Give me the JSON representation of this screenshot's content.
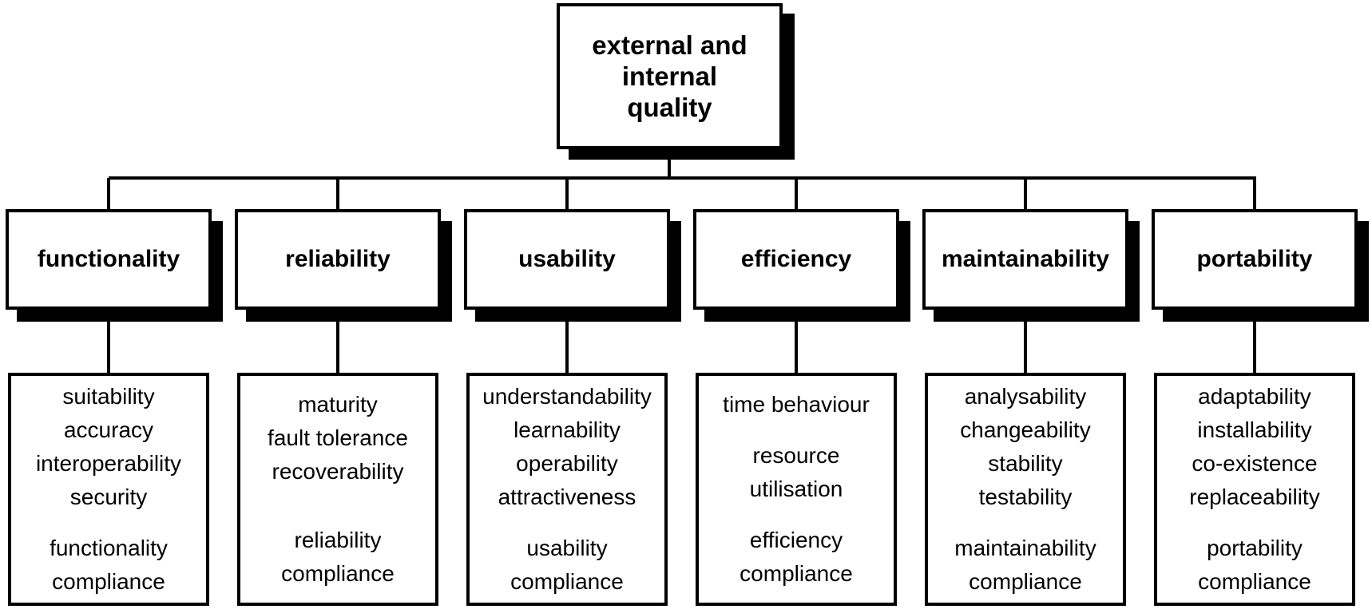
{
  "root": {
    "lines": [
      "external and",
      "internal",
      "quality"
    ]
  },
  "categories": [
    {
      "label": "functionality",
      "groups": [
        [
          "suitability",
          "accuracy",
          "interoperability",
          "security"
        ],
        [
          "functionality",
          "compliance"
        ]
      ]
    },
    {
      "label": "reliability",
      "groups": [
        [
          "maturity",
          "fault tolerance",
          "recoverability"
        ],
        [
          "reliability",
          "compliance"
        ]
      ]
    },
    {
      "label": "usability",
      "groups": [
        [
          "understandability",
          "learnability",
          "operability",
          "attractiveness"
        ],
        [
          "usability",
          "compliance"
        ]
      ]
    },
    {
      "label": "efficiency",
      "groups": [
        [
          "time behaviour"
        ],
        [
          "resource",
          "utilisation"
        ],
        [
          "efficiency",
          "compliance"
        ]
      ]
    },
    {
      "label": "maintainability",
      "groups": [
        [
          "analysability",
          "changeability",
          "stability",
          "testability"
        ],
        [
          "maintainability",
          "compliance"
        ]
      ]
    },
    {
      "label": "portability",
      "groups": [
        [
          "adaptability",
          "installability",
          "co-existence",
          "replaceability"
        ],
        [
          "portability",
          "compliance"
        ]
      ]
    }
  ],
  "colors": {
    "line": "#000000",
    "box_fill": "#ffffff",
    "shadow": "#000000",
    "text": "#000000"
  }
}
